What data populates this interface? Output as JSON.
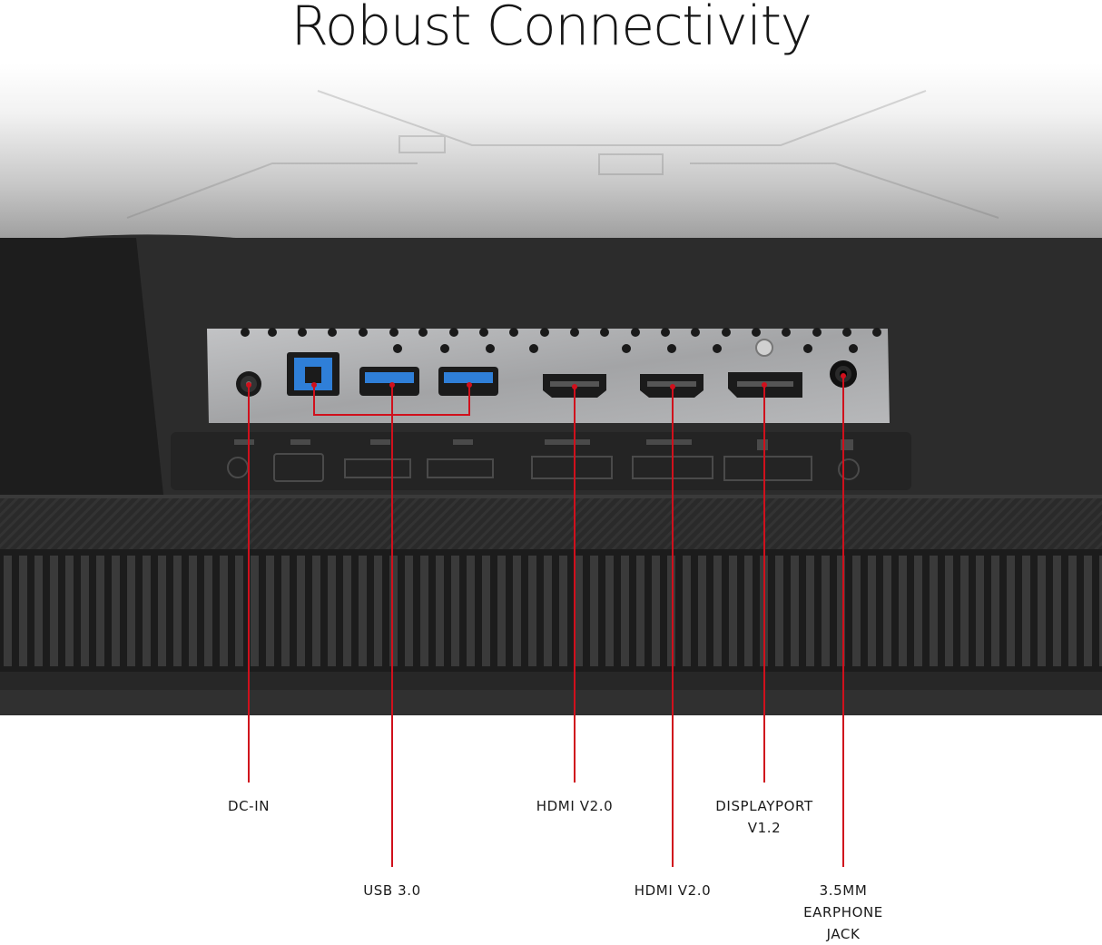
{
  "title": "Robust Connectivity",
  "colors": {
    "accent_line": "#d0101c",
    "usb_blue": "#2f7fd8",
    "bezel": "#2b2b2b",
    "io_plate": "#a9aaac"
  },
  "ports": [
    {
      "id": "dc-in",
      "label": "DC-IN",
      "icon": "dc-in-port"
    },
    {
      "id": "usb",
      "label": "USB 3.0",
      "icon": "usb-port"
    },
    {
      "id": "hdmi2",
      "label": "HDMI V2.0",
      "icon": "hdmi-port"
    },
    {
      "id": "hdmi1",
      "label": "HDMI V2.0",
      "icon": "hdmi-port"
    },
    {
      "id": "displayport",
      "label_line1": "DISPLAYPORT",
      "label_line2": "V1.2",
      "icon": "displayport-port"
    },
    {
      "id": "earphone",
      "label_line1": "3.5MM",
      "label_line2": "EARPHONE",
      "label_line3": "JACK",
      "icon": "earphone-jack"
    }
  ]
}
